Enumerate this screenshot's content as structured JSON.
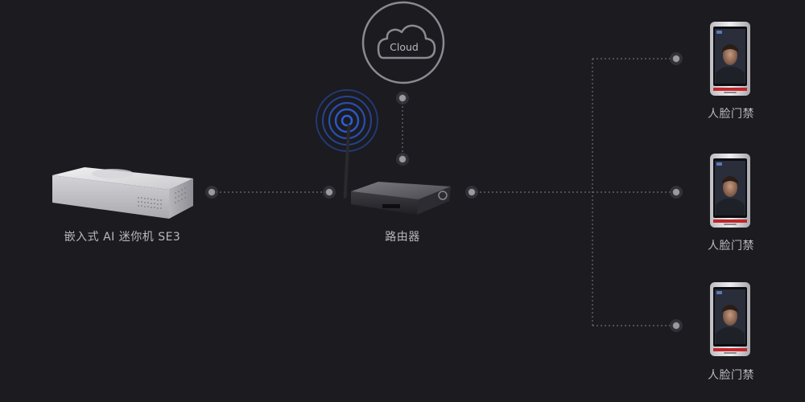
{
  "cloud": {
    "label": "Cloud"
  },
  "mini_pc": {
    "label": "嵌入式 AI 迷你机 SE3"
  },
  "router": {
    "label": "路由器"
  },
  "terminals": [
    {
      "label": "人脸门禁"
    },
    {
      "label": "人脸门禁"
    },
    {
      "label": "人脸门禁"
    }
  ],
  "colors": {
    "background": "#1b1b20",
    "line": "#6e6e76",
    "node": "#8c8c92",
    "wifi": "#2f5fd8",
    "label": "#b9b9be"
  },
  "icons": [
    "cloud-icon",
    "wifi-signal-icon",
    "mini-pc-device",
    "router-device",
    "face-access-terminal"
  ]
}
